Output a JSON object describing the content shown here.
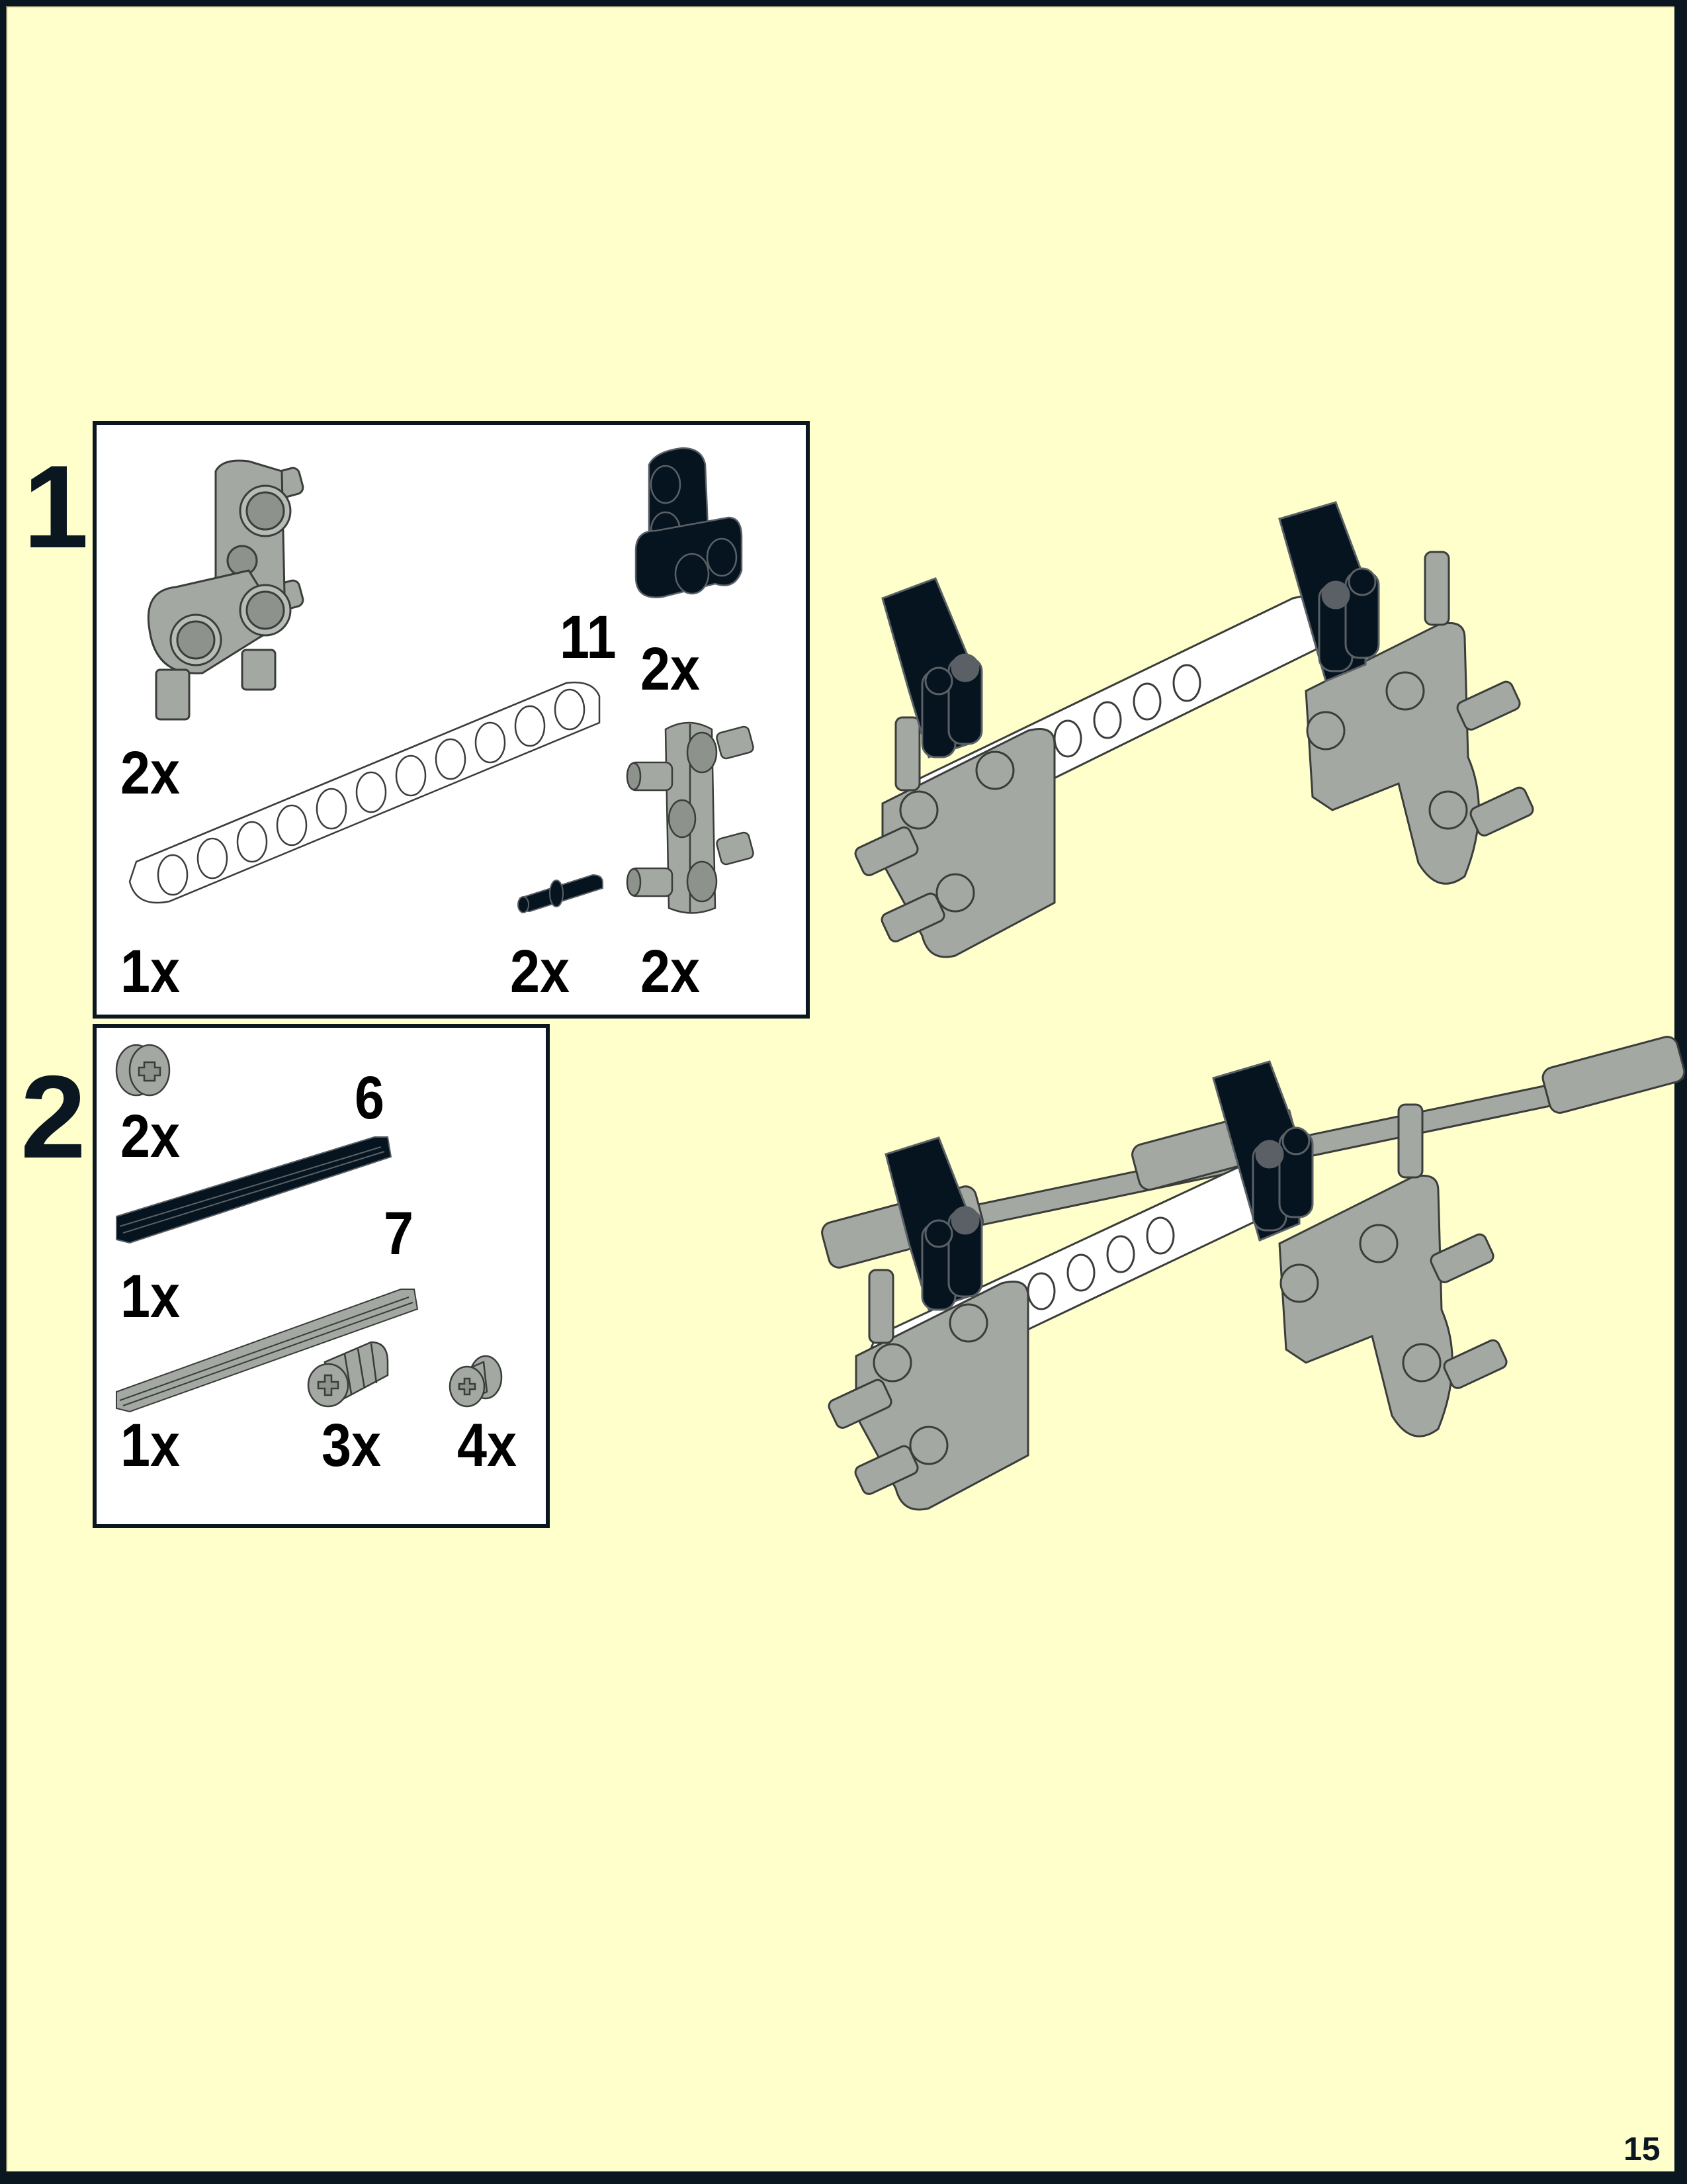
{
  "page": {
    "background_color": "#ffffcc",
    "border_color": "#0a1620",
    "page_number": "15"
  },
  "colors": {
    "light_bluish_gray": "#a3a8a3",
    "gray_outline": "#3a3d3a",
    "black_part": "#06141f",
    "white_part": "#ffffff"
  },
  "steps": [
    {
      "number": "1",
      "parts_list": [
        {
          "name": "technic-pin-connector-perpendicular-3x3-bent",
          "icon": "bent-connector-icon",
          "color": "light-bluish-gray",
          "quantity": "2x"
        },
        {
          "name": "technic-liftarm-thick-1x11",
          "icon": "liftarm-icon",
          "color": "white",
          "length": "11",
          "quantity": "1x"
        },
        {
          "name": "technic-pin-connector-perpendicular-3l-double",
          "icon": "perpendicular-connector-icon",
          "color": "black",
          "quantity": "2x"
        },
        {
          "name": "technic-pin-long",
          "icon": "pin-icon",
          "color": "black",
          "quantity": "2x"
        },
        {
          "name": "technic-pin-connector-double-perpendicular",
          "icon": "double-connector-icon",
          "color": "light-bluish-gray",
          "quantity": "2x"
        }
      ]
    },
    {
      "number": "2",
      "parts_list": [
        {
          "name": "technic-bush-half",
          "icon": "half-bush-icon",
          "color": "light-bluish-gray",
          "quantity": "2x"
        },
        {
          "name": "technic-axle-6",
          "icon": "axle-icon",
          "color": "black",
          "length": "6",
          "quantity": "1x"
        },
        {
          "name": "technic-axle-7",
          "icon": "axle-icon",
          "color": "light-bluish-gray",
          "length": "7",
          "quantity": "1x"
        },
        {
          "name": "technic-axle-connector-ridged",
          "icon": "axle-connector-icon",
          "color": "light-bluish-gray",
          "quantity": "3x"
        },
        {
          "name": "technic-bush",
          "icon": "bush-icon",
          "color": "light-bluish-gray",
          "quantity": "4x"
        }
      ]
    }
  ]
}
